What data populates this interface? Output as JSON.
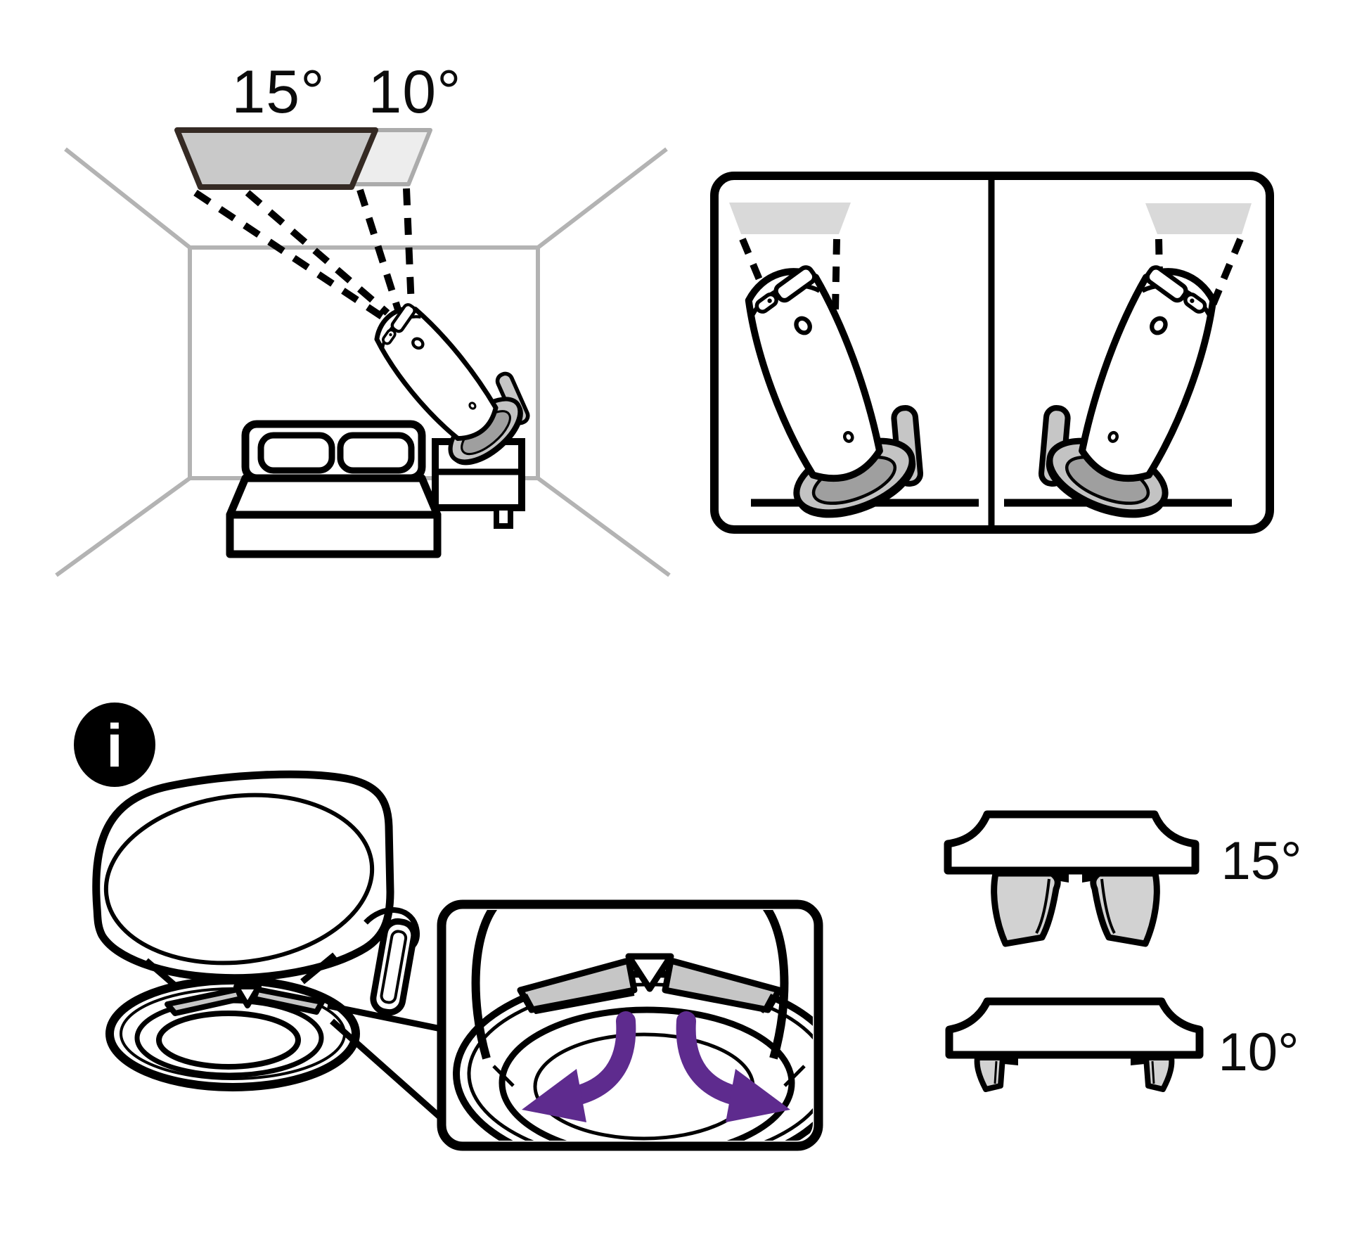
{
  "labels": {
    "ceiling_angle_wide": "15°",
    "ceiling_angle_narrow": "10°",
    "stand_angle_wide": "15°",
    "stand_angle_narrow": "10°",
    "info_glyph": "i"
  },
  "colors": {
    "accent_purple": "#5E2B8E",
    "screen_dark_fill": "#c9c9c9",
    "screen_dark_border": "#352a24",
    "screen_light_fill": "#ededed",
    "screen_light_border": "#ababab",
    "panel_screen_fill": "#d9d9d9",
    "room_line_gray": "#b3b3b3",
    "part_gray": "#d2d2d2",
    "flap_gray": "#c6c6c6"
  }
}
